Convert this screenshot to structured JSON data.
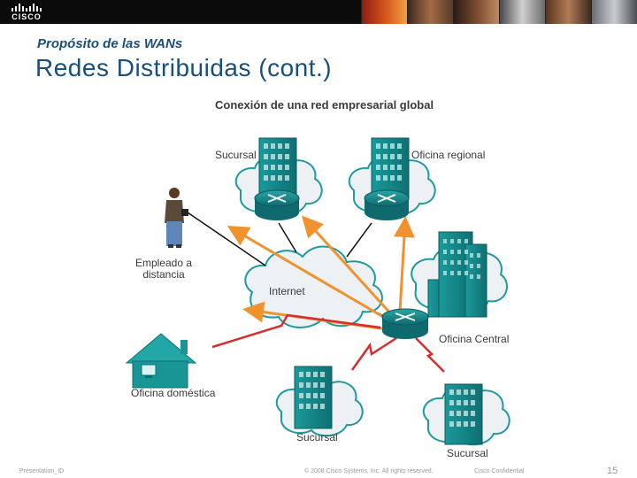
{
  "header": {
    "logo_text": "CISCO",
    "subtitle": "Propósito de las WANs",
    "title": "Redes Distribuidas (cont.)"
  },
  "diagram": {
    "title": "Conexión de una red empresarial global",
    "labels": {
      "branch_top": "Sucursal",
      "regional": "Oficina regional",
      "remote_employee": "Empleado a distancia",
      "internet": "Internet",
      "central": "Oficina Central",
      "home_office": "Oficina doméstica",
      "branch_bottom": "Sucursal",
      "branch_bottom_right": "Sucursal"
    }
  },
  "footer": {
    "presentation_id": "Presentation_ID",
    "copyright": "© 2008 Cisco Systems, Inc. All rights reserved.",
    "classification": "Cisco Confidential",
    "page_number": "15"
  },
  "colors": {
    "title_blue": "#1a4f7a",
    "teal": "#1a8a8a",
    "cloud": "#eef1f3",
    "orange_arrow": "#f0922e",
    "red_bolt": "#d62e2e"
  }
}
